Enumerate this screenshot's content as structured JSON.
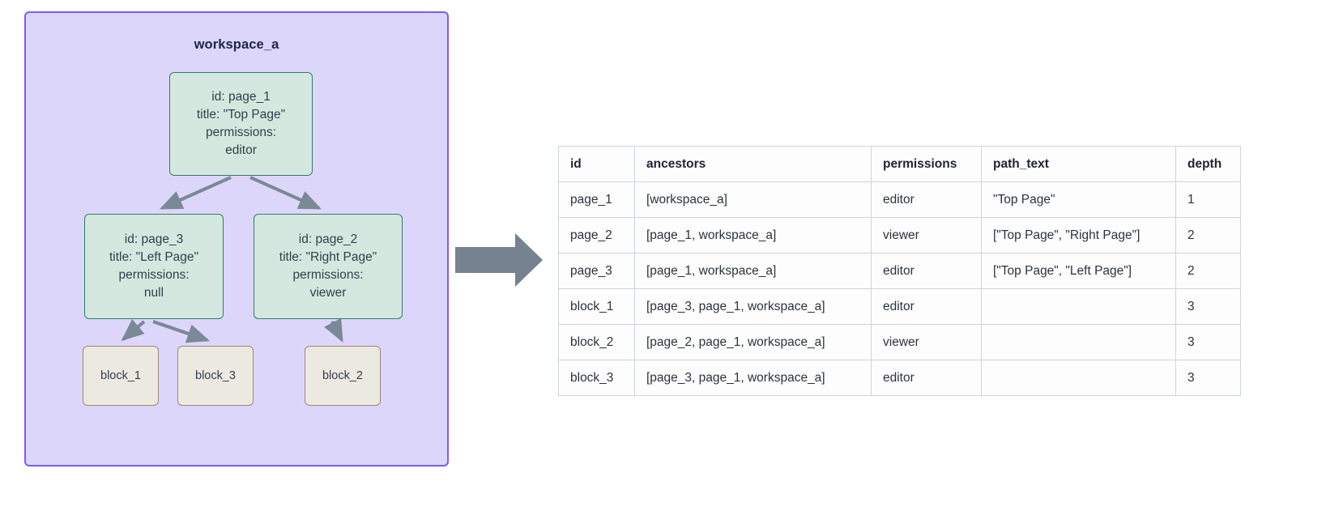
{
  "workspace": {
    "title": "workspace_a",
    "container_color": "#ddd6fb",
    "border_color": "#7c5cf0",
    "nodes": [
      {
        "key": "page_1",
        "type": "page",
        "lines": [
          "id: page_1",
          "title: \"Top Page\"",
          "permissions:",
          "editor"
        ],
        "fill": "#d5e8e0",
        "stroke": "#2e7d6b"
      },
      {
        "key": "page_3",
        "type": "page",
        "lines": [
          "id: page_3",
          "title: \"Left Page\"",
          "permissions:",
          "null"
        ],
        "fill": "#d5e8e0",
        "stroke": "#2e7d6b"
      },
      {
        "key": "page_2",
        "type": "page",
        "lines": [
          "id: page_2",
          "title: \"Right Page\"",
          "permissions:",
          "viewer"
        ],
        "fill": "#d5e8e0",
        "stroke": "#2e7d6b"
      },
      {
        "key": "block_1",
        "type": "block",
        "lines": [
          "block_1"
        ],
        "fill": "#ece9e0",
        "stroke": "#9b8878"
      },
      {
        "key": "block_3",
        "type": "block",
        "lines": [
          "block_3"
        ],
        "fill": "#ece9e0",
        "stroke": "#9b8878"
      },
      {
        "key": "block_2",
        "type": "block",
        "lines": [
          "block_2"
        ],
        "fill": "#ece9e0",
        "stroke": "#9b8878"
      }
    ],
    "edges": [
      {
        "from": "page_1",
        "to": "page_3"
      },
      {
        "from": "page_1",
        "to": "page_2"
      },
      {
        "from": "page_3",
        "to": "block_1"
      },
      {
        "from": "page_3",
        "to": "block_3"
      },
      {
        "from": "page_2",
        "to": "block_2"
      }
    ],
    "edge_color": "#7a8996"
  },
  "transform_arrow": {
    "direction": "right",
    "color": "#74838f"
  },
  "table": {
    "columns": [
      "id",
      "ancestors",
      "permissions",
      "path_text",
      "depth"
    ],
    "rows": [
      {
        "id": "page_1",
        "ancestors": "[workspace_a]",
        "permissions": "editor",
        "path_text": "\"Top Page\"",
        "depth": "1"
      },
      {
        "id": "page_2",
        "ancestors": "[page_1, workspace_a]",
        "permissions": "viewer",
        "path_text": "[\"Top Page\", \"Right Page\"]",
        "depth": "2"
      },
      {
        "id": "page_3",
        "ancestors": "[page_1, workspace_a]",
        "permissions": "editor",
        "path_text": "[\"Top Page\", \"Left Page\"]",
        "depth": "2"
      },
      {
        "id": "block_1",
        "ancestors": "[page_3, page_1, workspace_a]",
        "permissions": "editor",
        "path_text": "",
        "depth": "3"
      },
      {
        "id": "block_2",
        "ancestors": "[page_2, page_1, workspace_a]",
        "permissions": "viewer",
        "path_text": "",
        "depth": "3"
      },
      {
        "id": "block_3",
        "ancestors": "[page_3, page_1, workspace_a]",
        "permissions": "editor",
        "path_text": "",
        "depth": "3"
      }
    ]
  }
}
